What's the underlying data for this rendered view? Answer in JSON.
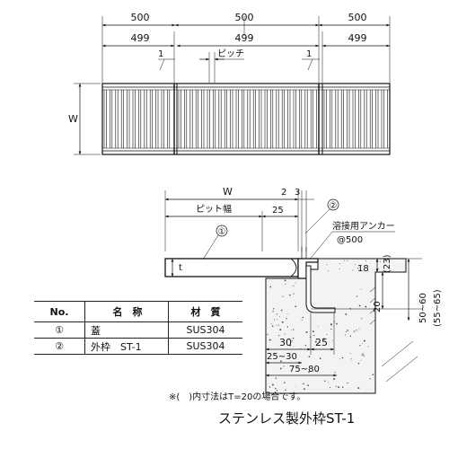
{
  "plan": {
    "top_dims": [
      "500",
      "500",
      "500"
    ],
    "inner_dims": [
      "499",
      "499",
      "499"
    ],
    "leader_1a": "1",
    "leader_1b": "1",
    "pitch_label": "ピッチ",
    "width_label": "W"
  },
  "section": {
    "w_label": "W",
    "gap_2": "2",
    "gap_3": "3",
    "pit_width_label": "ピット幅",
    "dim_25_top": "25",
    "callout_1": "①",
    "callout_2": "②",
    "anchor_label": "溶接用アンカー",
    "anchor_pitch": "@500",
    "t_label": "t",
    "dim_18": "18",
    "dim_23": "(23)",
    "dim_20": "20",
    "dim_50_60": "50~60",
    "dim_55_65": "(55~65)",
    "dim_30": "30",
    "dim_25_bottom": "25",
    "dim_25_30": "25~30",
    "dim_75_80": "75~80"
  },
  "parts_table": {
    "headers": {
      "no": "No.",
      "name": "名　称",
      "material": "材　質"
    },
    "rows": [
      {
        "no": "①",
        "name": "蓋",
        "material": "SUS304"
      },
      {
        "no": "②",
        "name": "外枠　ST-1",
        "material": "SUS304"
      }
    ]
  },
  "note": "※(　)内寸法はT=20の場合です。",
  "title": "ステンレス製外枠ST-1"
}
